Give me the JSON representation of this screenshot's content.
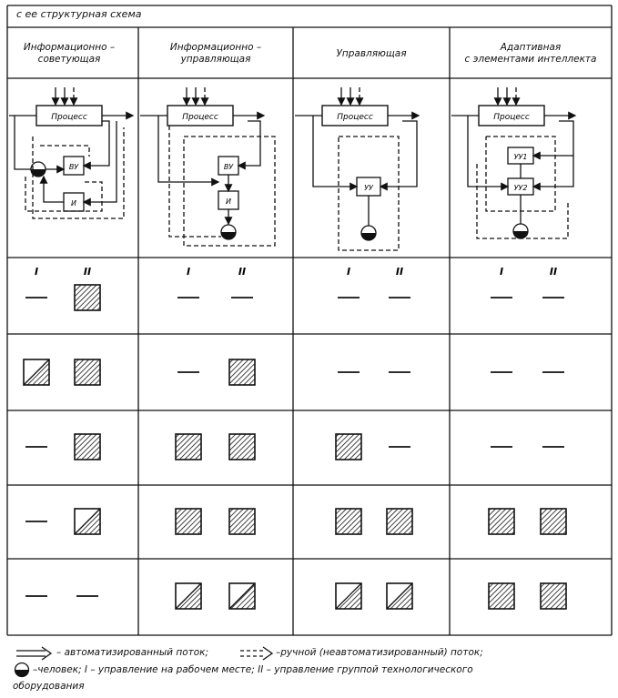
{
  "header": {
    "title": "с ее структурная схема"
  },
  "columns": [
    {
      "title_line1": "Информационно –",
      "title_line2": "советующая"
    },
    {
      "title_line1": "Информационно –",
      "title_line2": "управляющая"
    },
    {
      "title_line1": "Управляющая",
      "title_line2": ""
    },
    {
      "title_line1": "Адаптивная",
      "title_line2": "с элементами интеллекта"
    }
  ],
  "diagram_labels": {
    "process": "Процесс",
    "vu": "ВУ",
    "i": "И",
    "uu": "УУ",
    "uu1": "УУ1",
    "uu2": "УУ2"
  },
  "sub_headers": [
    "I",
    "II"
  ],
  "grid_rows": [
    [
      [
        "dash",
        "hatch"
      ],
      [
        "dash",
        "dash"
      ],
      [
        "dash",
        "dash"
      ],
      [
        "dash",
        "dash"
      ]
    ],
    [
      [
        "halfhatch",
        "hatch"
      ],
      [
        "dash",
        "hatch"
      ],
      [
        "dash",
        "dash"
      ],
      [
        "dash",
        "dash"
      ]
    ],
    [
      [
        "dash",
        "hatch"
      ],
      [
        "hatch",
        "hatch"
      ],
      [
        "hatch",
        "dash"
      ],
      [
        "dash",
        "dash"
      ]
    ],
    [
      [
        "dash",
        "halfhatch"
      ],
      [
        "hatch",
        "hatch"
      ],
      [
        "hatch",
        "hatch"
      ],
      [
        "hatch",
        "hatch"
      ]
    ],
    [
      [
        "dash",
        "dash"
      ],
      [
        "halfhatch",
        "halfhatch"
      ],
      [
        "halfhatch",
        "halfhatch"
      ],
      [
        "hatch",
        "hatch"
      ]
    ]
  ],
  "legend": {
    "auto": "– автоматизированный поток;",
    "manual": "–ручной (неавтоматизированный) поток;",
    "line2": "–человек; I – управление на рабочем месте; II – управление группой технологического",
    "line3": "оборудования"
  }
}
